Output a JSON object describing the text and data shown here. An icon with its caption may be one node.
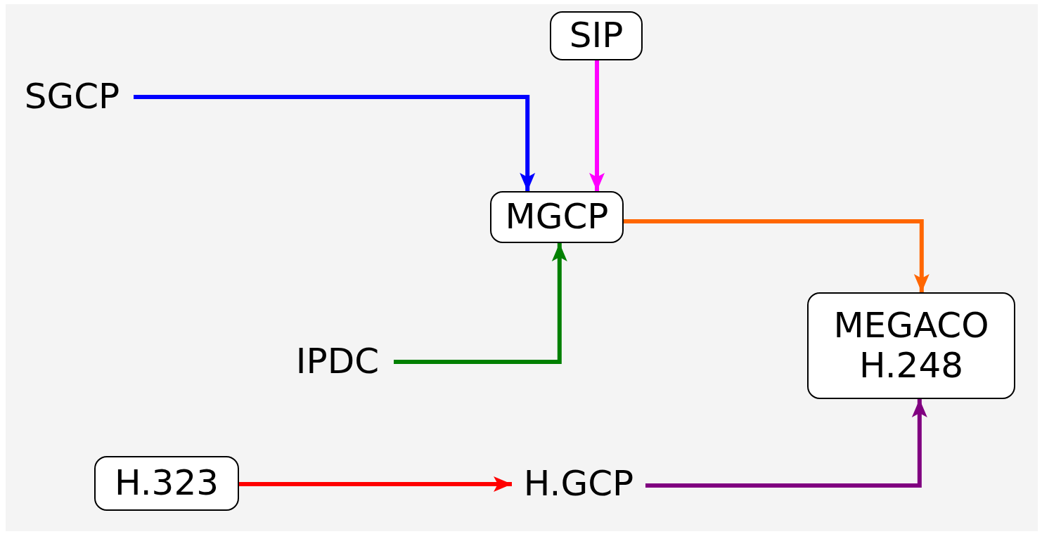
{
  "diagram": {
    "nodes": [
      {
        "text": [
          "SIP"
        ]
      },
      {
        "text": [
          "SGCP"
        ]
      },
      {
        "text": [
          "MGCP"
        ]
      },
      {
        "text": [
          "MEGACO H.248"
        ]
      },
      {
        "text": [
          "IPDC"
        ]
      },
      {
        "text": [
          "H.323"
        ]
      },
      {
        "text": [
          "H.GCP"
        ]
      }
    ],
    "edges": [
      {
        "from": 1,
        "to": 2,
        "arrow": "to",
        "color": "#0000ff"
      },
      {
        "from": 0,
        "to": 2,
        "arrow": "to",
        "color": "#ff00ff"
      },
      {
        "from": 4,
        "to": 2,
        "arrow": "to",
        "color": "#008000"
      },
      {
        "from": 2,
        "to": 3,
        "arrow": "to",
        "color": "#ff6600"
      },
      {
        "from": 5,
        "to": 6,
        "arrow": "to",
        "color": "#ff0000"
      },
      {
        "from": 6,
        "to": 3,
        "arrow": "to",
        "color": "#800080"
      }
    ]
  }
}
